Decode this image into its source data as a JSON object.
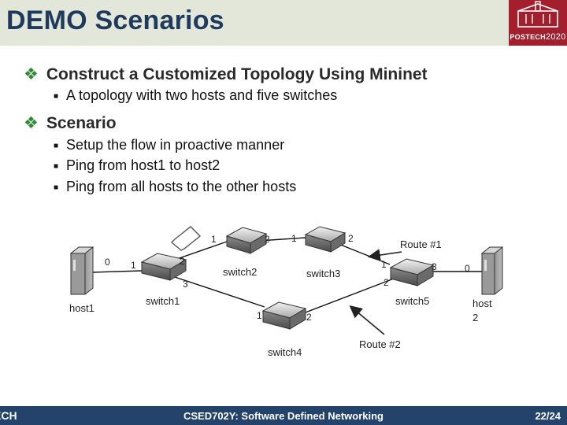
{
  "header": {
    "title": "DEMO Scenarios",
    "logo_text": "POSTECH",
    "logo_year": "2020",
    "header_bg": "#e3e7d9",
    "title_color": "#1e3a5c",
    "logo_color": "#a31f2e"
  },
  "content": {
    "bullets": [
      {
        "text": "Construct a Customized Topology Using Mininet",
        "sub": [
          "A topology with two hosts and five switches"
        ]
      },
      {
        "text": "Scenario",
        "sub": [
          "Setup the flow in proactive manner",
          "Ping from host1 to host2",
          "Ping from all hosts to the other hosts"
        ]
      }
    ],
    "bullet_mark_color": "#2f8a34"
  },
  "diagram": {
    "nodes": {
      "host1": "host1",
      "host2_line1": "host",
      "host2_line2": "2",
      "switch1": "switch1",
      "switch2": "switch2",
      "switch3": "switch3",
      "switch4": "switch4",
      "switch5": "switch5"
    },
    "routes": {
      "route1": "Route #1",
      "route2": "Route #2"
    },
    "ports": {
      "host1_0": "0",
      "sw1_1": "1",
      "sw1_2": "2",
      "sw1_3": "3",
      "sw2_1": "1",
      "sw2_2": "2",
      "sw3_1": "1",
      "sw3_2": "2",
      "sw5_1": "1",
      "sw5_2": "2",
      "sw5_3": "3",
      "host2_0": "0",
      "sw4_1": "1",
      "sw4_2": "2"
    }
  },
  "footer": {
    "left": "ECH",
    "center": "CSED702Y: Software Defined Networking",
    "page": "22/24",
    "footer_bg": "#23436b"
  }
}
